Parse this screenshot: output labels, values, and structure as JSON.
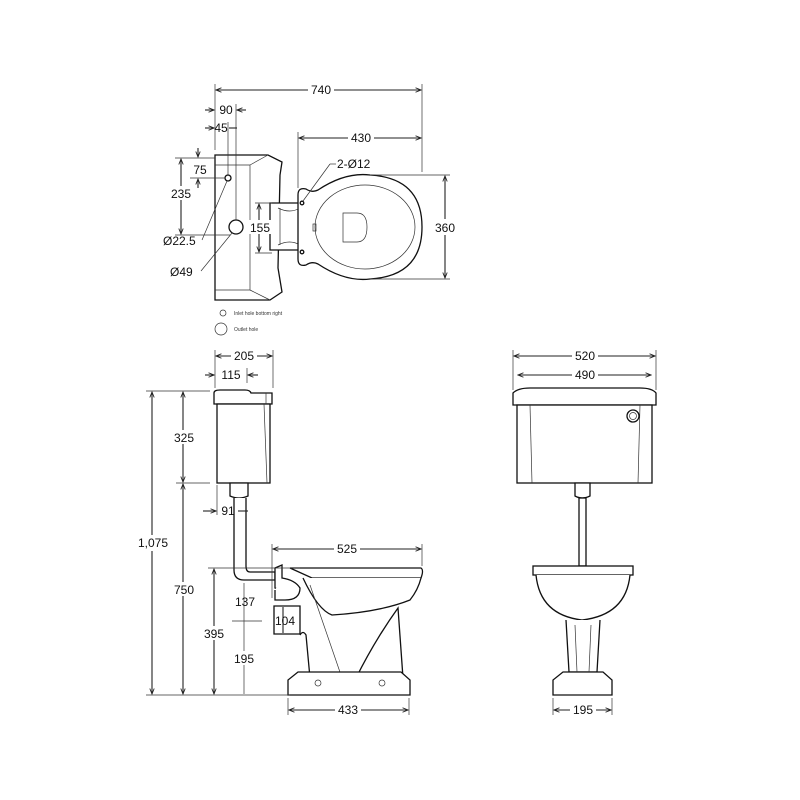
{
  "title": "Low-level toilet technical drawing",
  "plan_view": {
    "overall_width": "740",
    "cistern_depth": "90",
    "inlet_offset": "45",
    "pan_length": "430",
    "fixing_holes": "2-Ø12",
    "pan_width": "360",
    "flush_pipe_width": "155",
    "inlet_from_top": "75",
    "outlet_from_top": "235",
    "inlet_diameter": "Ø22.5",
    "outlet_diameter": "Ø49"
  },
  "legend": {
    "inlet": "Inlet hole bottom right",
    "outlet": "Outlet hole"
  },
  "side_view": {
    "cistern_depth": "205",
    "outlet_offset": "115",
    "cistern_height": "325",
    "total_height": "1,075",
    "cistern_base_height": "750",
    "pan_height": "395",
    "outlet_height": "137",
    "outlet_size": "104",
    "outlet_floor_height": "195",
    "pipe_offset": "91",
    "pan_projection": "525",
    "base_length": "433"
  },
  "front_view": {
    "cistern_width": "520",
    "cistern_body_width": "490",
    "base_width": "195"
  }
}
